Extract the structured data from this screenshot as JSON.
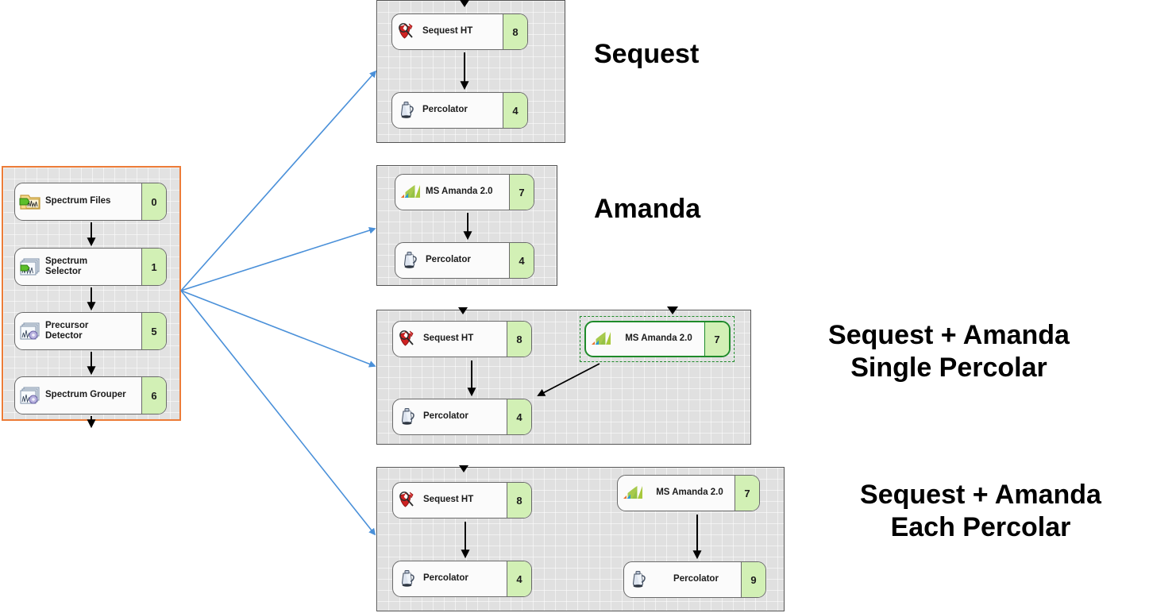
{
  "diagram": {
    "source_group": {
      "name": "source-workflow",
      "nodes": [
        {
          "label": "Spectrum Files",
          "num": "0",
          "icon": "spectrum-files-icon"
        },
        {
          "label": "Spectrum\nSelector",
          "num": "1",
          "icon": "spectrum-selector-icon"
        },
        {
          "label": "Precursor\nDetector",
          "num": "5",
          "icon": "precursor-detector-icon"
        },
        {
          "label": "Spectrum Grouper",
          "num": "6",
          "icon": "spectrum-grouper-icon"
        }
      ]
    },
    "groups": [
      {
        "id": "sequest",
        "caption": "Sequest",
        "nodes": [
          {
            "label": "Sequest HT",
            "num": "8",
            "icon": "sequest-ht-icon",
            "selected": false
          },
          {
            "label": "Percolator",
            "num": "4",
            "icon": "percolator-icon",
            "selected": false
          }
        ]
      },
      {
        "id": "amanda",
        "caption": "Amanda",
        "nodes": [
          {
            "label": "MS Amanda 2.0",
            "num": "7",
            "icon": "ms-amanda-icon",
            "selected": false
          },
          {
            "label": "Percolator",
            "num": "4",
            "icon": "percolator-icon",
            "selected": false
          }
        ]
      },
      {
        "id": "sequest-amanda-single",
        "caption": "Sequest + Amanda\nSingle Percolar",
        "nodes": [
          {
            "label": "Sequest HT",
            "num": "8",
            "icon": "sequest-ht-icon",
            "selected": false
          },
          {
            "label": "MS Amanda 2.0",
            "num": "7",
            "icon": "ms-amanda-icon",
            "selected": true
          },
          {
            "label": "Percolator",
            "num": "4",
            "icon": "percolator-icon",
            "selected": false
          }
        ]
      },
      {
        "id": "sequest-amanda-each",
        "caption": "Sequest + Amanda\nEach Percolar",
        "nodes": [
          {
            "label": "Sequest HT",
            "num": "8",
            "icon": "sequest-ht-icon",
            "selected": false
          },
          {
            "label": "MS Amanda 2.0",
            "num": "7",
            "icon": "ms-amanda-icon",
            "selected": false
          },
          {
            "label": "Percolator",
            "num": "4",
            "icon": "percolator-icon",
            "selected": false
          },
          {
            "label": "Percolator",
            "num": "9",
            "icon": "percolator-icon",
            "selected": false
          }
        ]
      }
    ],
    "colors": {
      "source_border": "#ec7c38",
      "panel_bg": "#e0e0e0",
      "node_number_bg": "#d2f0b5",
      "selection_green": "#1f8b2a",
      "fanout_arrow": "#4a90d9",
      "flow_arrow": "#000000"
    }
  }
}
